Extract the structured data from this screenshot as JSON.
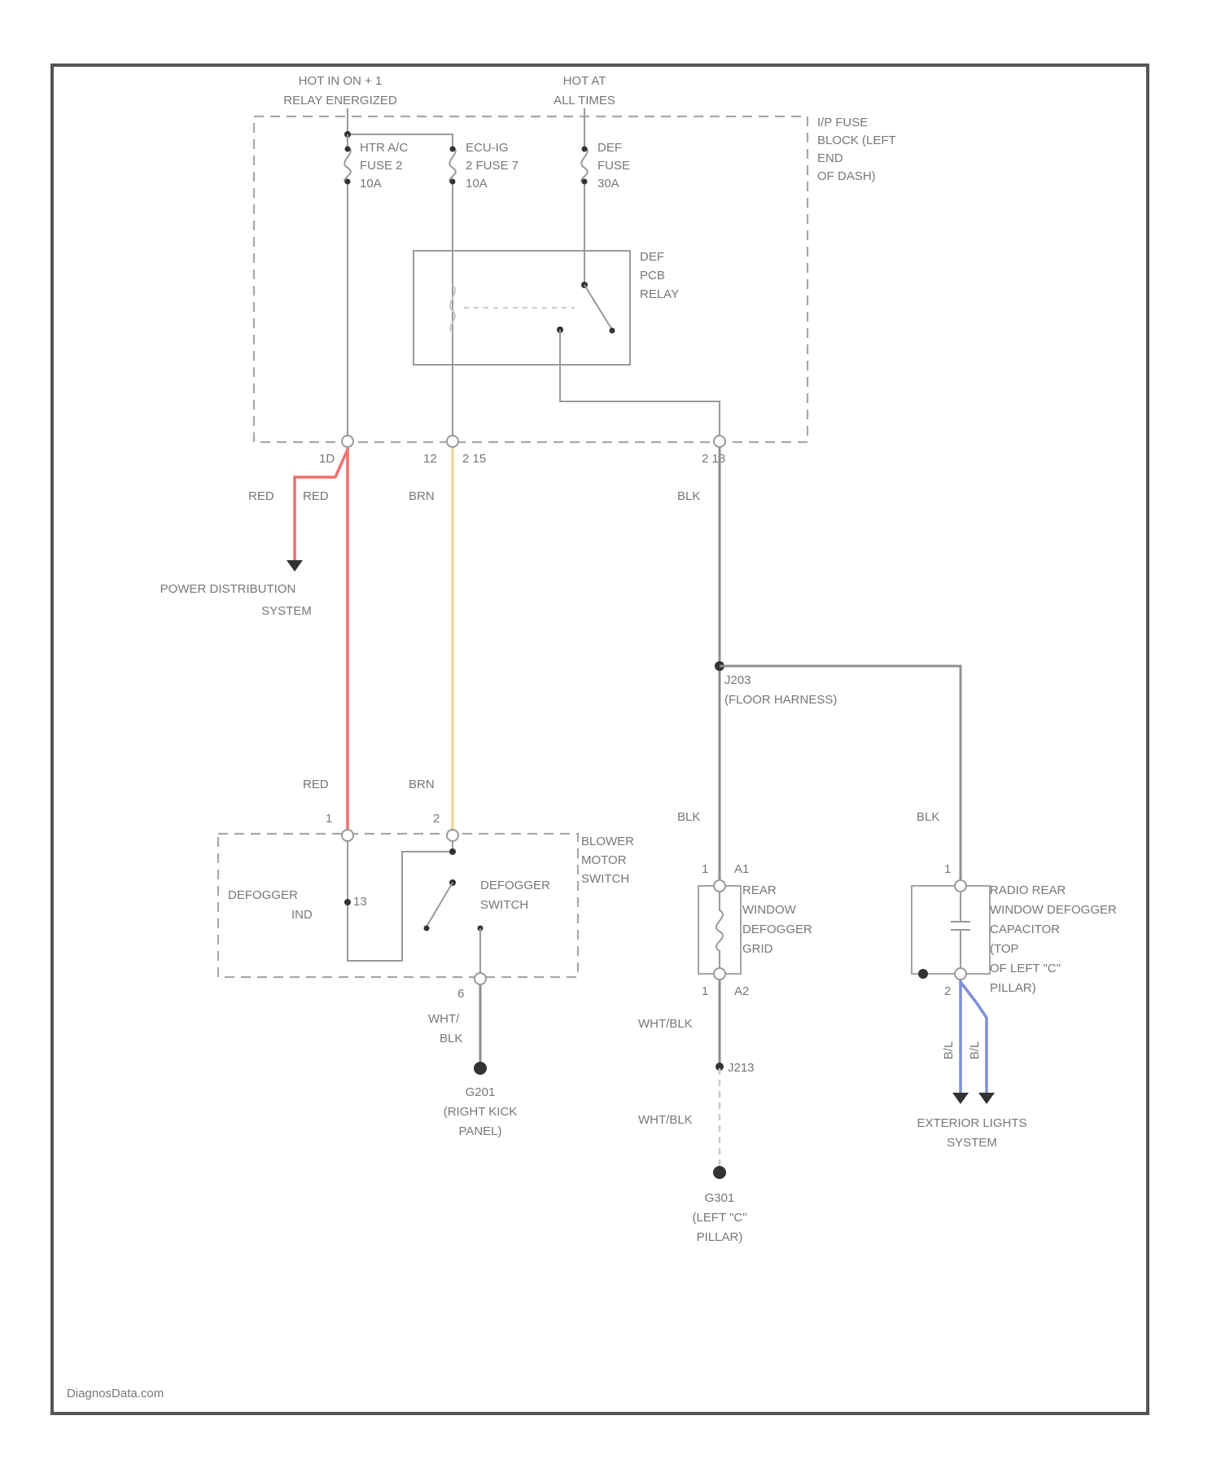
{
  "colors": {
    "red_wire": "#f07070",
    "brn_wire": "#e8dc9a",
    "blue_wire": "#7f8fd8",
    "blk_wire": "#8f8f8f",
    "frame": "#555555"
  },
  "feeds": {
    "left": [
      "HOT IN ON + 1",
      "RELAY ENERGIZED"
    ],
    "right": [
      "HOT AT",
      "ALL TIMES"
    ]
  },
  "fuse_block": {
    "label": [
      "I/P FUSE",
      "BLOCK (LEFT",
      "END",
      "OF DASH)"
    ],
    "fuse_left": [
      "HTR A/C",
      "FUSE 2",
      "10A"
    ],
    "fuse_mid": [
      "ECU-IG",
      "2 FUSE 7",
      "10A"
    ],
    "fuse_right": [
      "DEF",
      "FUSE",
      "30A"
    ],
    "relay": [
      "DEF",
      "PCB",
      "RELAY"
    ],
    "pins": {
      "left": "1D",
      "mid_a": "12",
      "mid_b": "2 15",
      "right": "2 18"
    }
  },
  "wire_labels": {
    "red_1": "RED",
    "red_2": "RED",
    "brn_1": "BRN",
    "blk_1": "BLK",
    "red_3": "RED",
    "brn_2": "BRN",
    "blk_2": "BLK",
    "blk_3": "BLK",
    "wht_blk_1": [
      "WHT/",
      "BLK"
    ],
    "wht_blk_2": "WHT/BLK",
    "wht_blk_3": "WHT/BLK"
  },
  "power_distribution": [
    "POWER DISTRIBUTION",
    "SYSTEM"
  ],
  "splice": {
    "id": "J203",
    "location": "(FLOOR HARNESS)"
  },
  "blower_switch": {
    "label": [
      "BLOWER",
      "MOTOR",
      "SWITCH"
    ],
    "indicator": [
      "DEFOGGER",
      "IND"
    ],
    "indicator_pin": "13",
    "switch": [
      "DEFOGGER",
      "SWITCH"
    ],
    "pins": {
      "a": "1",
      "b": "2",
      "c": "6"
    }
  },
  "grounds": {
    "right_kick": {
      "id": "G201",
      "location": [
        "(RIGHT KICK",
        "PANEL)"
      ]
    },
    "left_c": {
      "id": "G301",
      "location": [
        "(LEFT \"C\"",
        "PILLAR)"
      ]
    },
    "splice_j": "J213"
  },
  "rear_grid": {
    "label": [
      "REAR",
      "WINDOW",
      "DEFOGGER",
      "GRID"
    ],
    "pins": {
      "top": "1",
      "top_c": "A1",
      "bot": "1",
      "bot_c": "A2"
    }
  },
  "capacitor": {
    "label": [
      "RADIO REAR",
      "WINDOW DEFOGGER",
      "CAPACITOR",
      "(TOP",
      "OF LEFT \"C\"",
      "PILLAR)"
    ],
    "pins": {
      "top": "1",
      "bot": "2"
    },
    "vertical_labels": [
      "B/L",
      "B/L"
    ]
  },
  "exterior_lights": [
    "EXTERIOR LIGHTS",
    "SYSTEM"
  ],
  "watermark": "DiagnosData.com"
}
